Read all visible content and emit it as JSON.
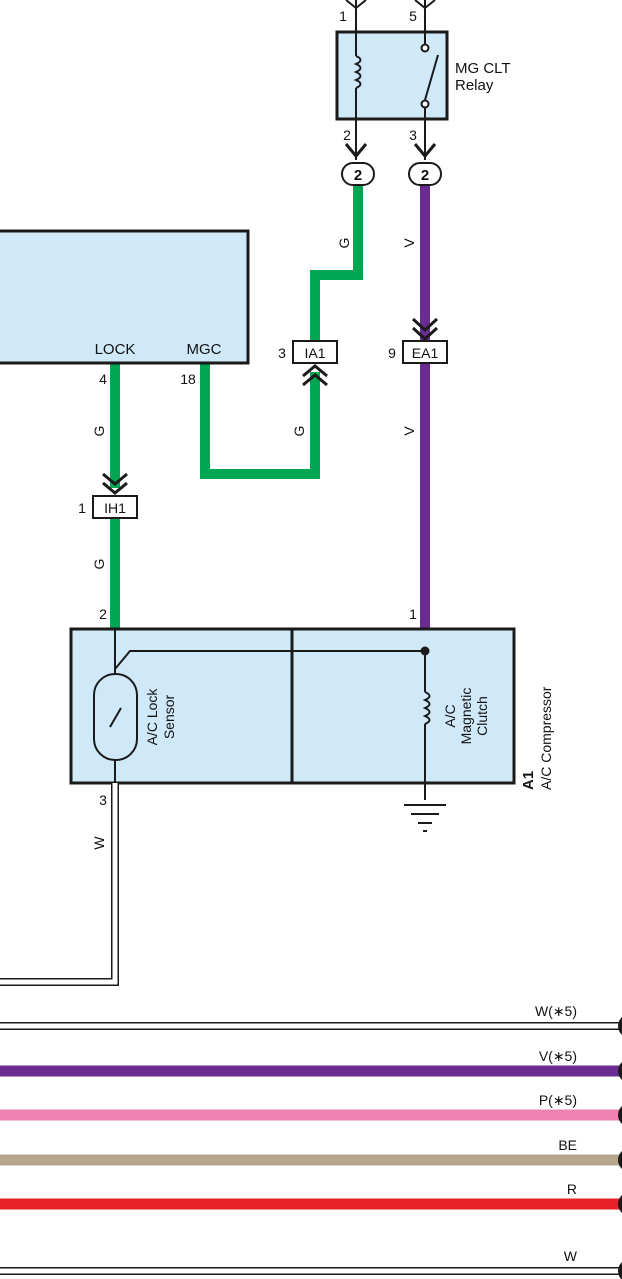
{
  "relay": {
    "name_line1": "MG CLT",
    "name_line2": "Relay",
    "pin_top_left": "1",
    "pin_top_right": "5",
    "pin_bottom_left": "2",
    "pin_bottom_right": "3"
  },
  "connectors": {
    "relay_out_left": "2",
    "relay_out_right": "2",
    "ia1": {
      "label": "IA1",
      "pin": "3"
    },
    "ea1": {
      "label": "EA1",
      "pin": "9"
    },
    "ih1": {
      "label": "IH1",
      "pin": "1"
    }
  },
  "ecu": {
    "lock_label": "LOCK",
    "mgc_label": "MGC",
    "lock_pin": "4",
    "mgc_pin": "18"
  },
  "wires": {
    "green_upper": "G",
    "violet_upper": "V",
    "green_mid_left": "G",
    "green_mid_right": "G",
    "violet_mid": "V",
    "green_lower": "G",
    "white_lower": "W"
  },
  "compressor": {
    "id": "A1",
    "name": "A/C Compressor",
    "sensor_line1": "A/C Lock",
    "sensor_line2": "Sensor",
    "clutch_line1": "A/C",
    "clutch_line2": "Magnetic",
    "clutch_line3": "Clutch",
    "pin_sensor_top": "2",
    "pin_clutch_top": "1",
    "pin_sensor_bottom": "3"
  },
  "harness": [
    {
      "label": "W(∗5)",
      "color": "#ffffff"
    },
    {
      "label": "V(∗5)",
      "color": "#6a2c91"
    },
    {
      "label": "P(∗5)",
      "color": "#ee82b0"
    },
    {
      "label": "BE",
      "color": "#b8a58f"
    },
    {
      "label": "R",
      "color": "#e82128"
    },
    {
      "label": "W",
      "color": "#ffffff"
    }
  ],
  "colors": {
    "green": "#00a651",
    "violet": "#6a2c91",
    "box_fill": "#cfe9f9",
    "outline": "#1a1a1a"
  }
}
